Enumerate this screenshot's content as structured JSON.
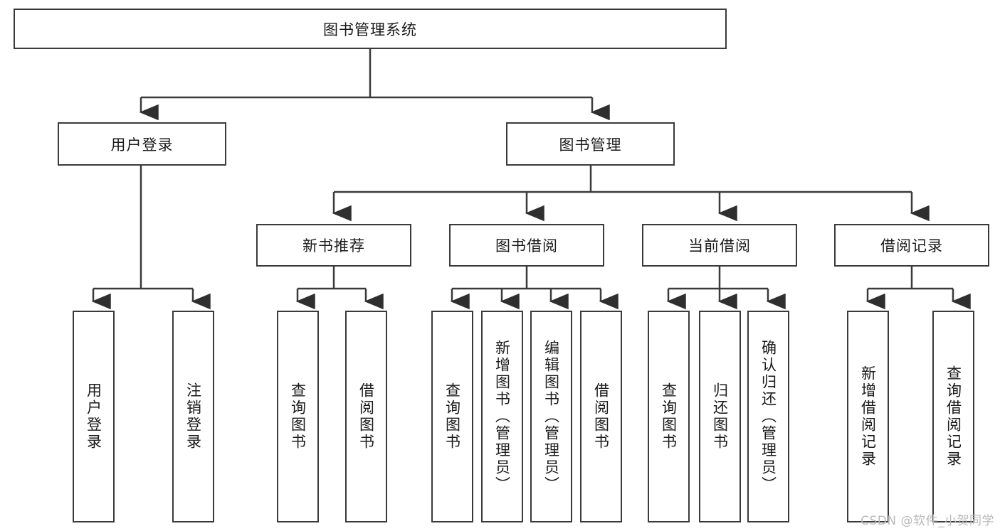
{
  "diagram": {
    "title": "图书管理系统",
    "watermark": "CSDN @软件_小贺同学",
    "colors": {
      "stroke": "#3a3a3a",
      "fill": "#ffffff",
      "text": "#1a1a1a",
      "watermark": "#b9b9b9"
    },
    "root": {
      "label": "图书管理系统"
    },
    "level2": [
      {
        "label": "用户登录"
      },
      {
        "label": "图书管理"
      }
    ],
    "level3": [
      {
        "label": "新书推荐"
      },
      {
        "label": "图书借阅"
      },
      {
        "label": "当前借阅"
      },
      {
        "label": "借阅记录"
      }
    ],
    "leaves": {
      "user_login": [
        {
          "label": "用户登录"
        },
        {
          "label": "注销登录"
        }
      ],
      "new_book_recommend": [
        {
          "label": "查询图书"
        },
        {
          "label": "借阅图书"
        }
      ],
      "book_borrow": [
        {
          "label": "查询图书"
        },
        {
          "label": "新增图书（管理员）"
        },
        {
          "label": "编辑图书（管理员）"
        },
        {
          "label": "借阅图书"
        }
      ],
      "current_borrow": [
        {
          "label": "查询图书"
        },
        {
          "label": "归还图书"
        },
        {
          "label": "确认归还（管理员）"
        }
      ],
      "borrow_record": [
        {
          "label": "新增借阅记录"
        },
        {
          "label": "查询借阅记录"
        }
      ]
    }
  }
}
